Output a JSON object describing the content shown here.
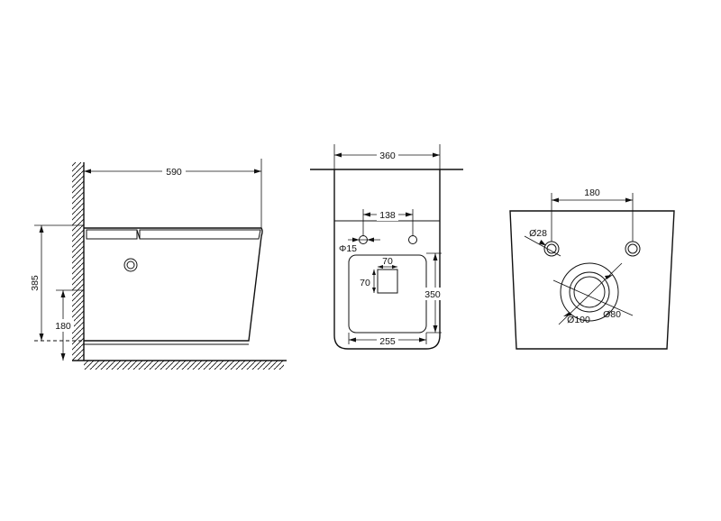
{
  "side_view": {
    "width_dim": "590",
    "height_dim": "385",
    "inlet_height_dim": "180"
  },
  "back_view": {
    "width_dim": "360",
    "pipe_spacing_dim": "138",
    "pipe_diameter_dim": "Φ15",
    "bowl_width_dim": "255",
    "bowl_height_dim": "350",
    "window_width_dim": "70",
    "window_height_dim": "70"
  },
  "rear_view": {
    "bolt_spacing_dim": "180",
    "bolt_diameter_dim": "Ø28",
    "outlet_outer_dim": "Ø100",
    "outlet_inner_dim": "Ø80"
  }
}
